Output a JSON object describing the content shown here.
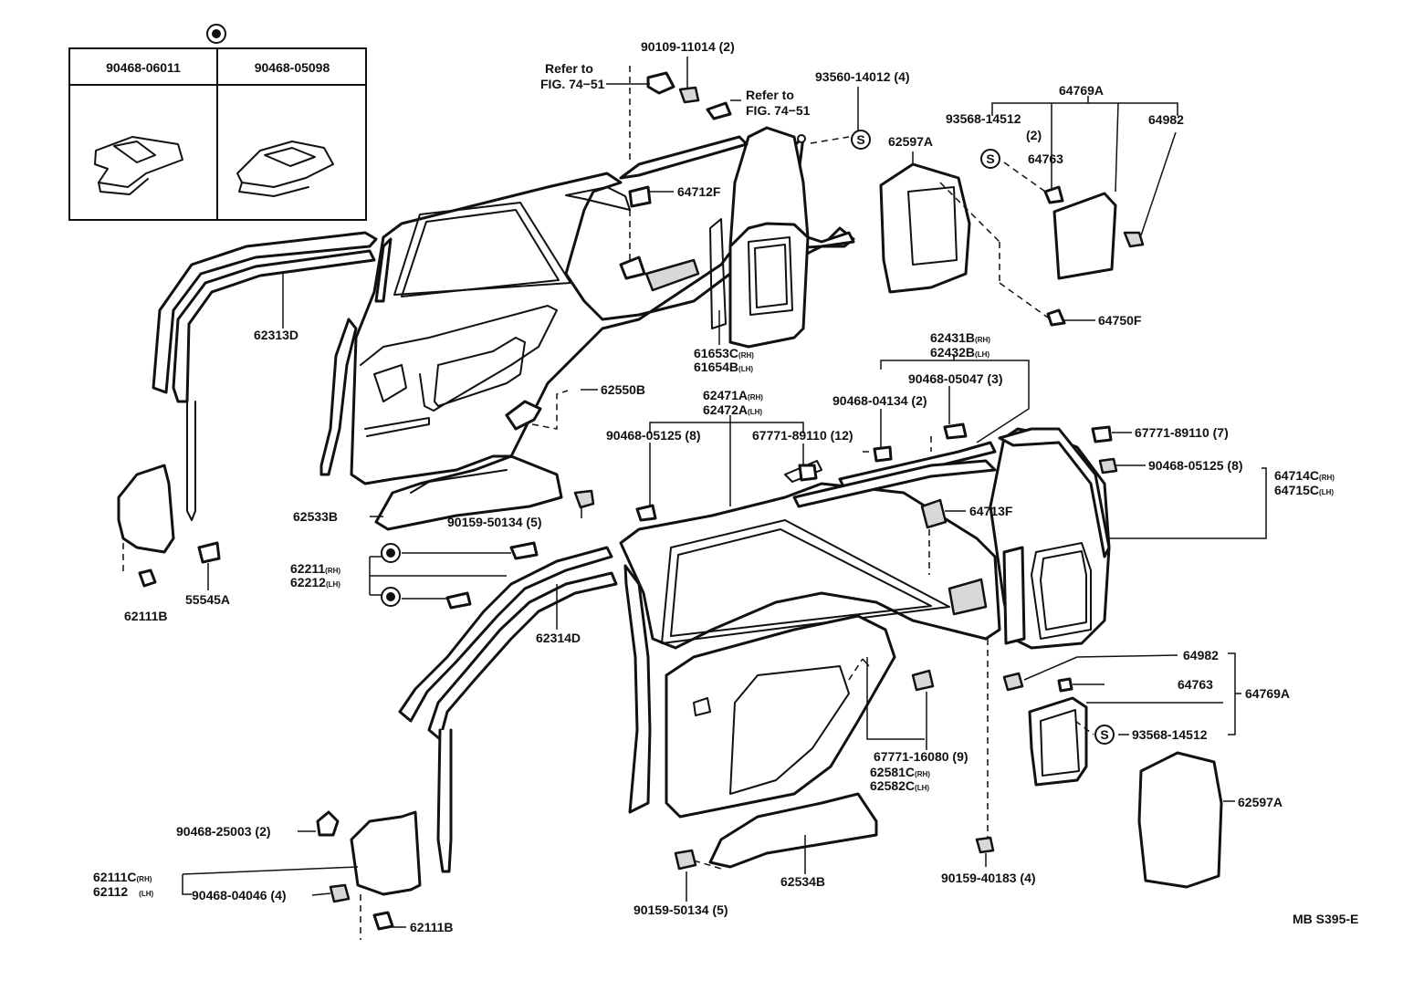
{
  "figure_id": "MB S395-E",
  "inset_table": {
    "headers": [
      "90468-06011",
      "90468-05098"
    ]
  },
  "refer": {
    "text": "Refer to",
    "fig": "FIG. 74−51"
  },
  "symbol_s": "S",
  "labels": {
    "p90109_11014": "90109-11014 (2)",
    "p93560_14012": "93560-14012 (4)",
    "p62597A_top": "62597A",
    "p64769A_top": "64769A",
    "p93568_14512_top": "93568-14512",
    "qty2": "(2)",
    "p64982_top": "64982",
    "p64763_top": "64763",
    "p64712F": "64712F",
    "p64750F": "64750F",
    "p62313D": "62313D",
    "p61653C": "61653C",
    "p61654B": "61654B",
    "p62431B": "62431B",
    "p62432B": "62432B",
    "p90468_05047": "90468-05047 (3)",
    "p90468_04134": "90468-04134 (2)",
    "p62550B": "62550B",
    "p62471A": "62471A",
    "p62472A": "62472A",
    "p90468_05125_mid": "90468-05125 (8)",
    "p67771_89110_mid": "67771-89110 (12)",
    "p67771_89110_right": "67771-89110 (7)",
    "p90468_05125_right": "90468-05125 (8)",
    "p64714C": "64714C",
    "p64715C": "64715C",
    "p62533B": "62533B",
    "p90159_50134_top": "90159-50134 (5)",
    "p64713F": "64713F",
    "p62211": "62211",
    "p62212": "62212",
    "p55545A": "55545A",
    "p62111B_top": "62111B",
    "p62314D": "62314D",
    "p64982_bot": "64982",
    "p64763_bot": "64763",
    "p64769A_bot": "64769A",
    "p93568_14512_bot": "93568-14512",
    "p67771_16080": "67771-16080 (9)",
    "p62581C": "62581C",
    "p62582C": "62582C",
    "p62597A_bot": "62597A",
    "p90468_25003": "90468-25003 (2)",
    "p62111C": "62111C",
    "p62112": "62112",
    "p90468_04046": "90468-04046 (4)",
    "p62111B_bot": "62111B",
    "p62534B": "62534B",
    "p90159_50134_bot": "90159-50134 (5)",
    "p90159_40183": "90159-40183 (4)"
  },
  "suffix": {
    "rh": "(RH)",
    "lh": "(LH)"
  }
}
